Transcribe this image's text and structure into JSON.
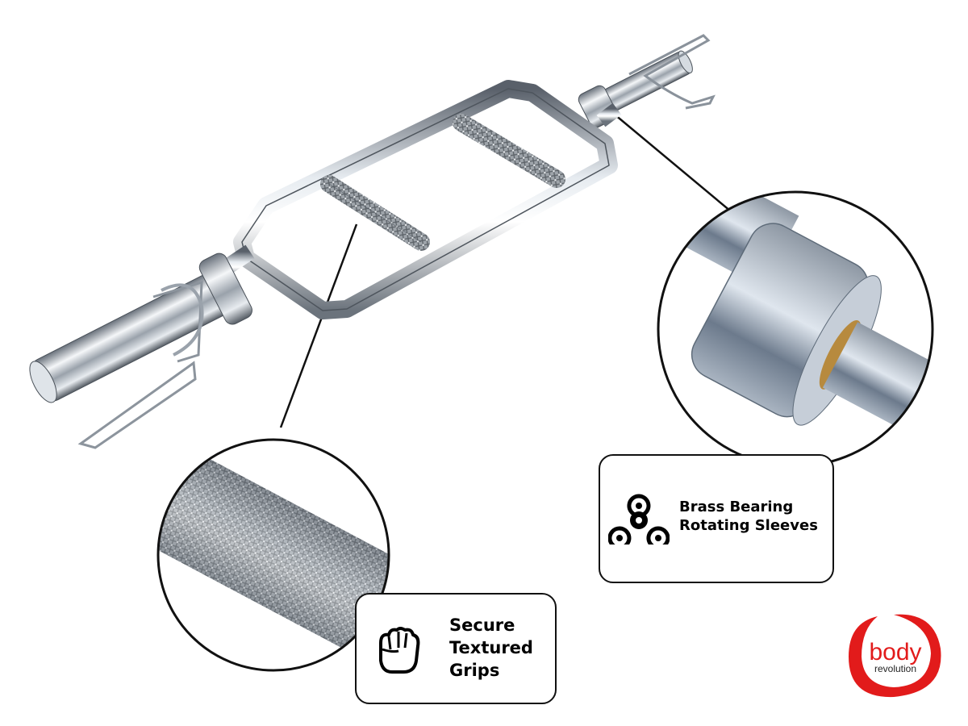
{
  "callouts": {
    "grip": {
      "text": "Secure\nTextured\nGrips",
      "icon": "fist-icon"
    },
    "bearing": {
      "text": "Brass Bearing\nRotating Sleeves",
      "icon": "fidget-spinner-icon"
    }
  },
  "brand": {
    "name": "body",
    "tagline": "revolution",
    "color": "#e21b1b"
  },
  "colors": {
    "chrome_light": "#f4f6f8",
    "chrome_mid": "#b9c0c7",
    "chrome_dark": "#5f6770",
    "brass": "#b78a3e"
  }
}
